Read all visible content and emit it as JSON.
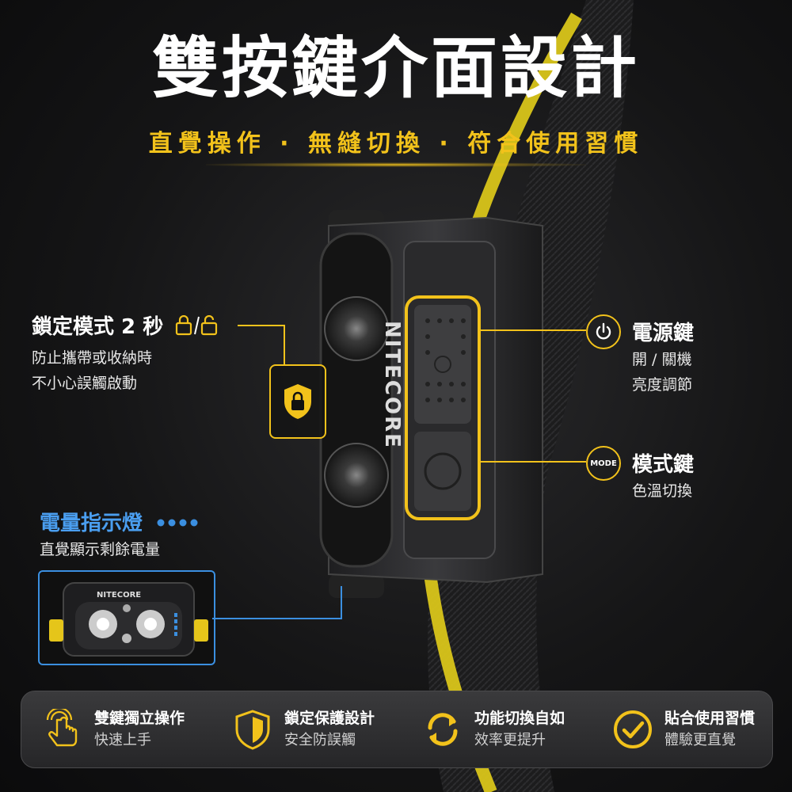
{
  "title": "雙按鍵介面設計",
  "subtitle": "直覺操作 · 無縫切換 · 符合使用習慣",
  "brand": "NITECORE",
  "lock": {
    "heading": "鎖定模式 2 秒",
    "desc_lines": [
      "防止攜帶或收納時",
      "不小心誤觸啟動"
    ]
  },
  "power": {
    "heading": "電源鍵",
    "desc_lines": [
      "開 / 關機",
      "亮度調節"
    ]
  },
  "mode": {
    "icon_label": "MODE",
    "heading": "模式鍵",
    "desc_lines": [
      "色溫切換"
    ]
  },
  "battery": {
    "heading": "電量指示燈",
    "desc": "直覺顯示剩餘電量"
  },
  "features": [
    {
      "icon": "tap-hand-icon",
      "title": "雙鍵獨立操作",
      "sub": "快速上手"
    },
    {
      "icon": "shield-icon",
      "title": "鎖定保護設計",
      "sub": "安全防誤觸"
    },
    {
      "icon": "refresh-icon",
      "title": "功能切換自如",
      "sub": "效率更提升"
    },
    {
      "icon": "check-circle-icon",
      "title": "貼合使用習慣",
      "sub": "體驗更直覺"
    }
  ],
  "colors": {
    "accent": "#f2c21b",
    "battery_blue": "#3b8fe0",
    "background": "#151516"
  }
}
